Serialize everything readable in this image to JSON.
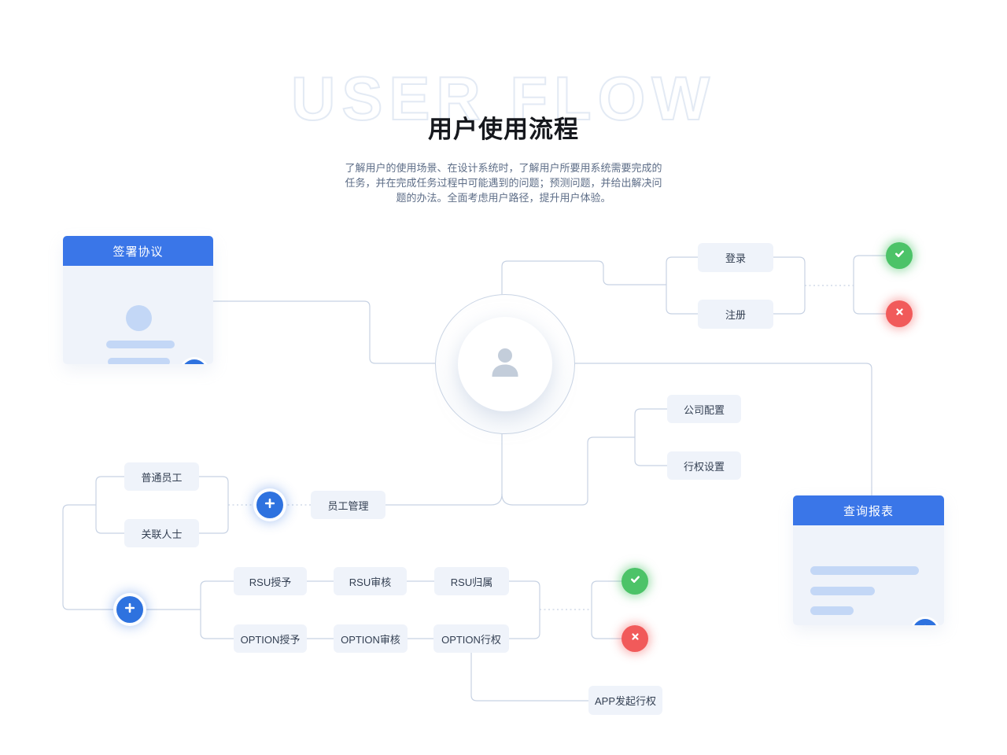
{
  "page": {
    "watermark": "USER FLOW",
    "title": "用户使用流程",
    "description_lines": [
      "了解用户的使用场景、在设计系统时，了解用户所要用系统需要完成的",
      "任务，并在完成任务过程中可能遇到的问题；预测问题，并给出解决问",
      "题的办法。全面考虑用户路径，提升用户体验。"
    ]
  },
  "cards": {
    "sign_agreement": {
      "title": "签署协议",
      "action_icon": "edit-icon"
    },
    "query_report": {
      "title": "查询报表",
      "action_icon": "download-icon"
    }
  },
  "nodes": {
    "login": "登录",
    "register": "注册",
    "company_config": "公司配置",
    "exercise_settings": "行权设置",
    "regular_employee": "普通员工",
    "related_person": "关联人士",
    "employee_mgmt": "员工管理",
    "rsu_grant": "RSU授予",
    "rsu_review": "RSU审核",
    "rsu_vesting": "RSU归属",
    "option_grant": "OPTION授予",
    "option_review": "OPTION审核",
    "option_exercise": "OPTION行权",
    "app_exercise": "APP发起行权"
  },
  "icons": {
    "center_user": "user-icon",
    "add_button": "plus-icon",
    "success": "check-icon",
    "failure": "close-icon"
  },
  "colors": {
    "accent_blue": "#3A76E8",
    "button_blue": "#2E72DF",
    "success_green": "#4CC368",
    "error_red": "#F15A5A",
    "node_fill": "#EFF3FA",
    "node_text": "#333F52",
    "connector": "#C7D2E3",
    "skeleton_fill": "#C3D7F6",
    "watermark_outline": "#E3EAF4"
  }
}
